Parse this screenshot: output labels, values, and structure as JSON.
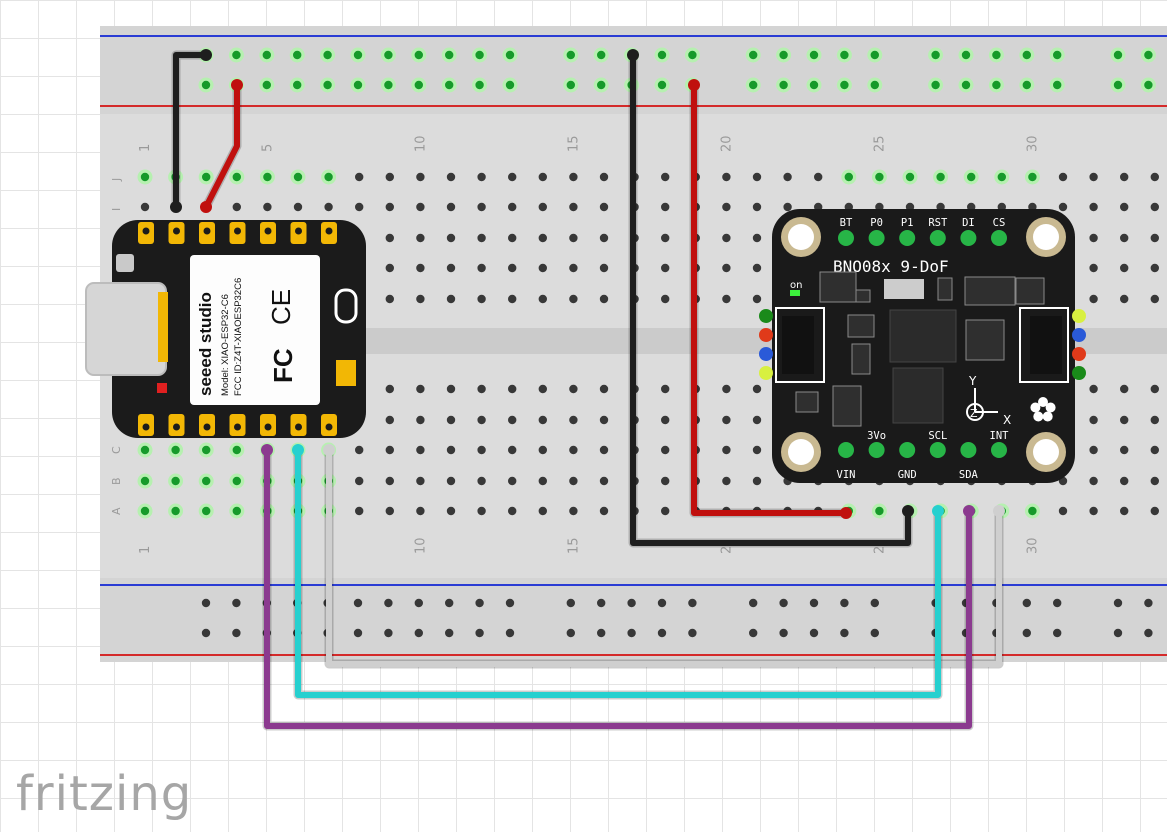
{
  "app": {
    "watermark": "fritzing"
  },
  "breadboard": {
    "row_letters_top": [
      "J",
      "I"
    ],
    "row_letters_bottom": [
      "C",
      "B",
      "A"
    ],
    "column_labels_top": [
      "1",
      "5",
      "10",
      "15",
      "20",
      "25",
      "30"
    ],
    "column_labels_bottom": [
      "1",
      "10",
      "15",
      "2",
      "2",
      "30"
    ]
  },
  "xiao": {
    "brand": "seeed studio",
    "model": "Model: XIAO-ESP32-C6",
    "fcc_id": "FCC ID:Z4T-XIAOESP32C6",
    "ce_mark": "CE",
    "fcc_mark": "FC",
    "colors": {
      "pcb": "#1b1b1b",
      "pad": "#f2b705",
      "shield": "#fdfdfd",
      "usb": "#d6d6d6"
    }
  },
  "bno": {
    "title": "BNO08x 9-DoF",
    "top_pins": [
      "BT",
      "P0",
      "P1",
      "RST",
      "DI",
      "CS"
    ],
    "bottom_pins": [
      "VIN",
      "3Vo",
      "GND",
      "SCL",
      "SDA",
      "INT"
    ],
    "led_label": "on",
    "axis_labels": [
      "Y",
      "Z",
      "X"
    ],
    "colors": {
      "pcb": "#1a1a1a",
      "pad": "#27b547",
      "text": "#ffffff"
    }
  },
  "wires": [
    {
      "name": "gnd-top-wire",
      "color": "#1e1e1e"
    },
    {
      "name": "power-top-wire",
      "color": "#c0100e"
    },
    {
      "name": "gnd-bno-wire",
      "color": "#1e1e1e"
    },
    {
      "name": "power-bno-wire",
      "color": "#c0100e"
    },
    {
      "name": "int-wire",
      "color": "#cfcfcf"
    },
    {
      "name": "scl-wire",
      "color": "#26d0cf"
    },
    {
      "name": "sda-wire",
      "color": "#8b3a8f"
    }
  ]
}
